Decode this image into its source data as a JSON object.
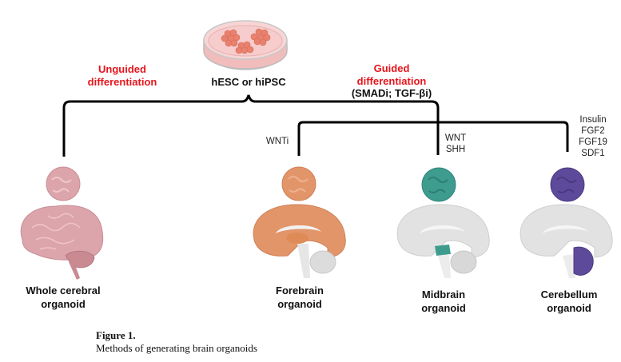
{
  "figure": {
    "source_label": "hESC or hiPSC",
    "unguided_label_line1": "Unguided",
    "unguided_label_line2": "differentiation",
    "guided_label_line1": "Guided",
    "guided_label_line2": "differentiation",
    "guided_factors": "(SMADi; TGF-βi)",
    "branches": [
      {
        "name": "whole-cerebral",
        "label_line1": "Whole cerebral",
        "label_line2": "organoid",
        "factors": [],
        "color": "#d9a0a6"
      },
      {
        "name": "forebrain",
        "label_line1": "Forebrain",
        "label_line2": "organoid",
        "factors": [
          "WNTi"
        ],
        "color": "#e3956a"
      },
      {
        "name": "midbrain",
        "label_line1": "Midbrain",
        "label_line2": "organoid",
        "factors": [
          "WNT",
          "SHH"
        ],
        "color": "#3e9c8e"
      },
      {
        "name": "cerebellum",
        "label_line1": "Cerebellum",
        "label_line2": "organoid",
        "factors": [
          "Insulin",
          "FGF2",
          "FGF19",
          "SDF1"
        ],
        "color": "#5e4a9a"
      }
    ]
  },
  "caption": {
    "title": "Figure 1.",
    "text": "Methods of generating brain organoids"
  },
  "colors": {
    "accent_red": "#e8141b",
    "dish_pink": "#f6cccc",
    "cell_orange": "#e8816e",
    "brain_gray": "#dcdcdc"
  }
}
